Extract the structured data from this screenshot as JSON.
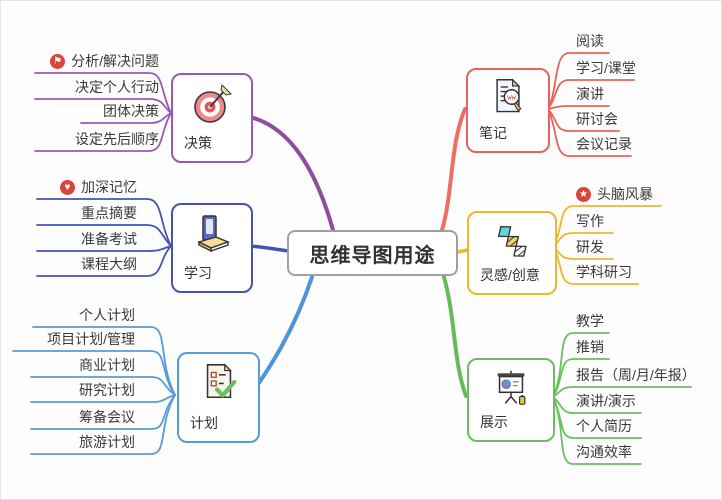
{
  "center": {
    "label": "思维导图用途"
  },
  "icons": {
    "flag_glyph": "⚑",
    "heart_glyph": "♥",
    "star_glyph": "★"
  },
  "colors": {
    "decision_purple": "#9b59b6",
    "study_indigo": "#4553b2",
    "plan_blue": "#5b9bd5",
    "notes_red": "#e8645a",
    "inspiration_yellow": "#f0b42e",
    "presentation_green": "#6abf5e",
    "badge_red": "#d9453d",
    "center_border_gray": "#9aa2a8"
  },
  "branches": [
    {
      "label": "决策",
      "icon": "target-icon",
      "color": "#9b59b6",
      "items": [
        {
          "label": "分析/解决问题",
          "badge": "flag"
        },
        {
          "label": "决定个人行动"
        },
        {
          "label": "团体决策"
        },
        {
          "label": "设定先后顺序"
        }
      ]
    },
    {
      "label": "学习",
      "icon": "books-icon",
      "color": "#4553b2",
      "items": [
        {
          "label": "加深记忆",
          "badge": "heart"
        },
        {
          "label": "重点摘要"
        },
        {
          "label": "准备考试"
        },
        {
          "label": "课程大纲"
        }
      ]
    },
    {
      "label": "计划",
      "icon": "checklist-icon",
      "color": "#5b9bd5",
      "items": [
        {
          "label": "个人计划"
        },
        {
          "label": "项目计划/管理"
        },
        {
          "label": "商业计划"
        },
        {
          "label": "研究计划"
        },
        {
          "label": "筹备会议"
        },
        {
          "label": "旅游计划"
        }
      ]
    },
    {
      "label": "笔记",
      "icon": "document-search-icon",
      "color": "#e8645a",
      "items": [
        {
          "label": "阅读"
        },
        {
          "label": "学习/课堂"
        },
        {
          "label": "演讲"
        },
        {
          "label": "研讨会"
        },
        {
          "label": "会议记录"
        }
      ]
    },
    {
      "label": "灵感/创意",
      "icon": "dna-icon",
      "color": "#f0b42e",
      "items": [
        {
          "label": "头脑风暴",
          "badge": "star"
        },
        {
          "label": "写作"
        },
        {
          "label": "研发"
        },
        {
          "label": "学科研习"
        }
      ]
    },
    {
      "label": "展示",
      "icon": "presentation-icon",
      "color": "#6abf5e",
      "items": [
        {
          "label": "教学"
        },
        {
          "label": "推销"
        },
        {
          "label": "报告（周/月/年报）"
        },
        {
          "label": "演讲/演示"
        },
        {
          "label": "个人简历"
        },
        {
          "label": "沟通效率"
        }
      ]
    }
  ]
}
